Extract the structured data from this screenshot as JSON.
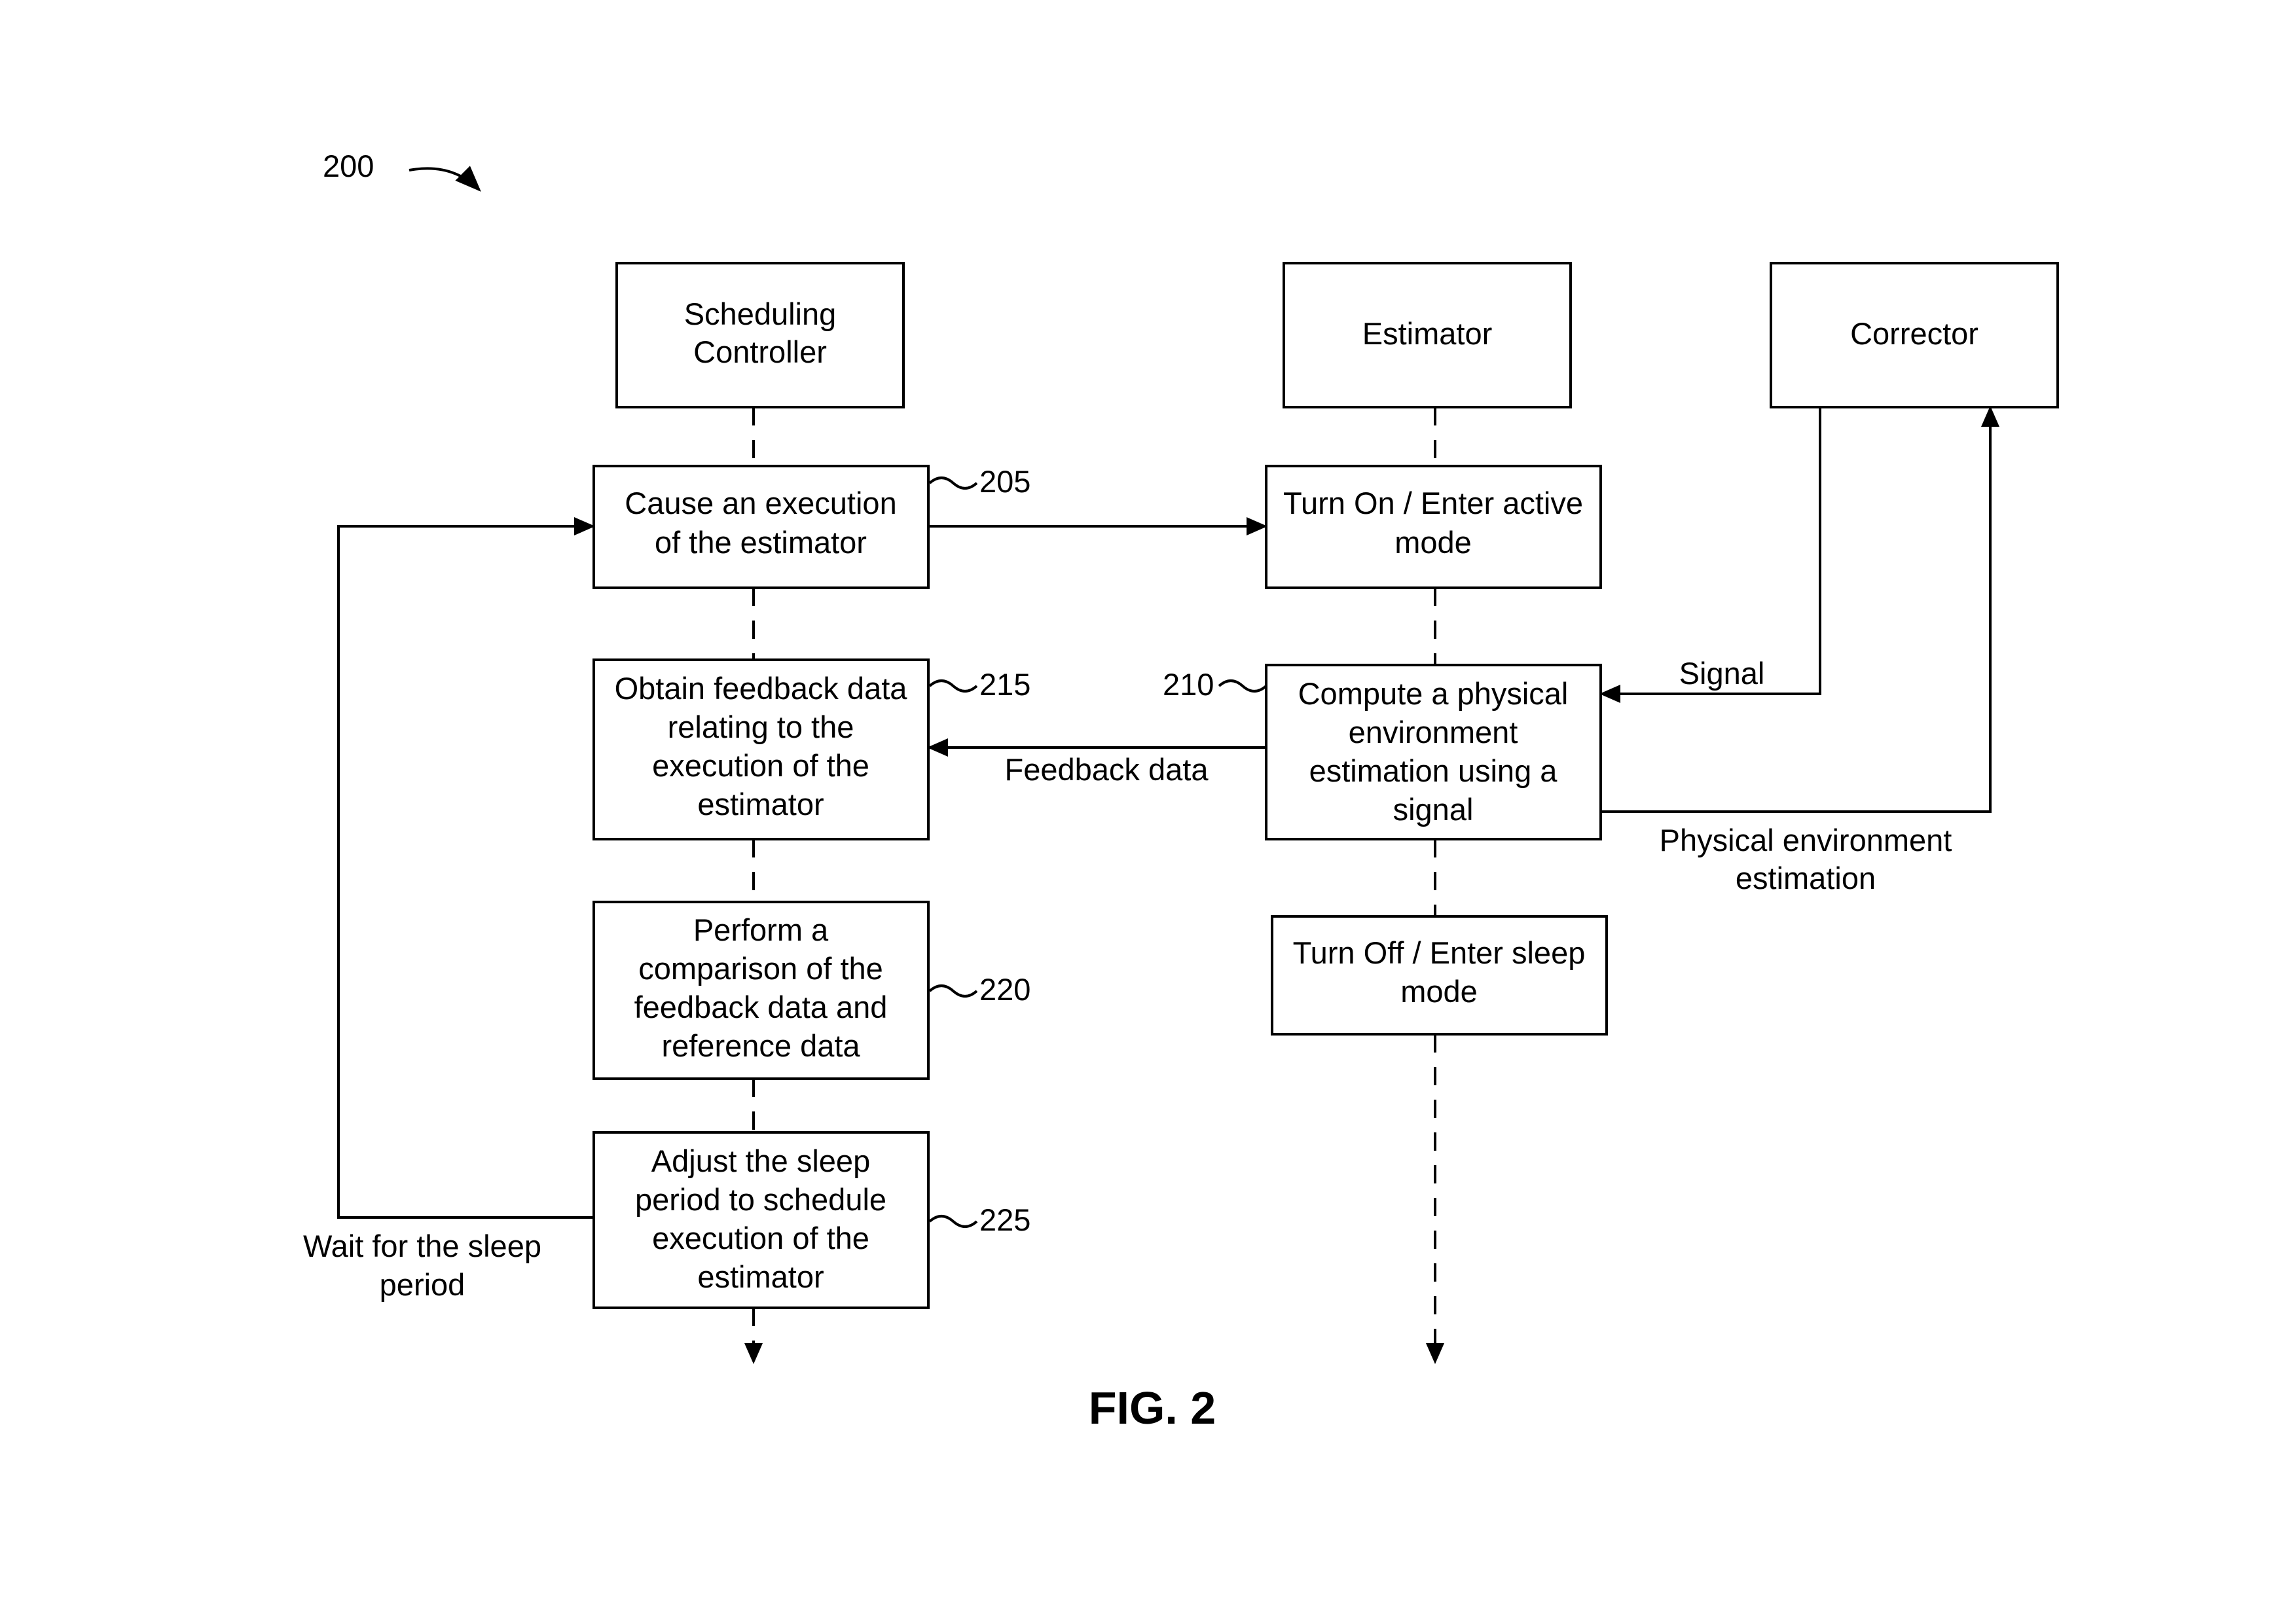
{
  "diagram": {
    "ref_number": "200",
    "figure_label": "FIG. 2",
    "lanes": {
      "scheduling_controller": [
        "Scheduling",
        "Controller"
      ],
      "estimator": [
        "Estimator"
      ],
      "corrector": [
        "Corrector"
      ]
    },
    "steps": {
      "cause_execution": {
        "lines": [
          "Cause an execution",
          "of the estimator"
        ],
        "ref": "205"
      },
      "turn_on": {
        "lines": [
          "Turn On / Enter active",
          "mode"
        ]
      },
      "obtain_feedback": {
        "lines": [
          "Obtain feedback data",
          "relating to the",
          "execution of the",
          "estimator"
        ],
        "ref": "215"
      },
      "compute_estimation": {
        "lines": [
          "Compute a physical",
          "environment",
          "estimation using a",
          "signal"
        ],
        "ref": "210"
      },
      "perform_comparison": {
        "lines": [
          "Perform a",
          "comparison of the",
          "feedback data and",
          "reference data"
        ],
        "ref": "220"
      },
      "turn_off": {
        "lines": [
          "Turn Off / Enter sleep",
          "mode"
        ]
      },
      "adjust_sleep": {
        "lines": [
          "Adjust the sleep",
          "period to schedule",
          "execution of the",
          "estimator"
        ],
        "ref": "225"
      }
    },
    "edge_labels": {
      "signal": "Signal",
      "feedback_data": "Feedback data",
      "physical_environment_estimation": [
        "Physical environment",
        "estimation"
      ],
      "wait_for_sleep": [
        "Wait for the sleep",
        "period"
      ]
    }
  }
}
